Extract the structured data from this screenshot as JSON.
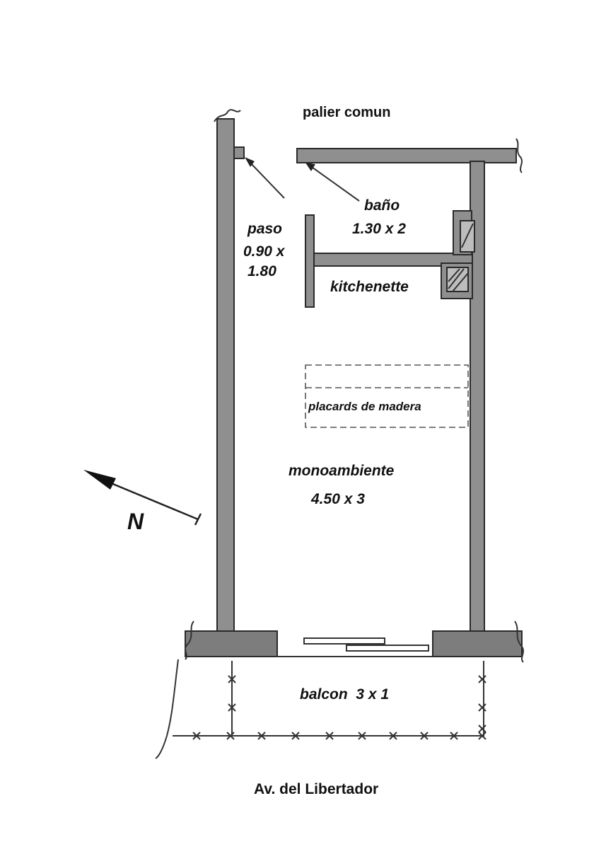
{
  "labels": {
    "hall": "palier comun",
    "bathroom_name": "baño",
    "bathroom_size": "1.30 x 2",
    "passage_name": "paso",
    "passage_size_a": "0.90 x",
    "passage_size_b": "1.80",
    "kitchen": "kitchenette",
    "closets": "placards de madera",
    "studio_name": "monoambiente",
    "studio_size": "4.50 x 3",
    "balcony": "balcon  3 x 1",
    "street": "Av. del Libertador",
    "north": "N"
  },
  "colors": {
    "wall": "#8f8f8f",
    "ink": "#111111"
  }
}
